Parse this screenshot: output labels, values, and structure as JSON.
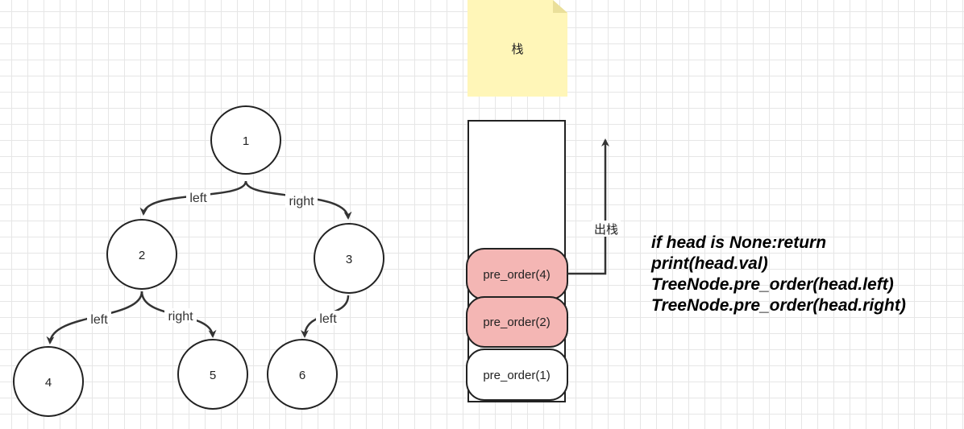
{
  "tree": {
    "nodes": [
      {
        "id": "n1",
        "label": "1"
      },
      {
        "id": "n2",
        "label": "2"
      },
      {
        "id": "n3",
        "label": "3"
      },
      {
        "id": "n4",
        "label": "4"
      },
      {
        "id": "n5",
        "label": "5"
      },
      {
        "id": "n6",
        "label": "6"
      }
    ],
    "edges": [
      {
        "from": "1",
        "to": "2",
        "label": "left"
      },
      {
        "from": "1",
        "to": "3",
        "label": "right"
      },
      {
        "from": "2",
        "to": "4",
        "label": "left"
      },
      {
        "from": "2",
        "to": "5",
        "label": "right"
      },
      {
        "from": "3",
        "to": "6",
        "label": "left"
      }
    ]
  },
  "note": {
    "label": "栈"
  },
  "stack": {
    "frames": [
      {
        "label": "pre_order(4)",
        "active": true
      },
      {
        "label": "pre_order(2)",
        "active": true
      },
      {
        "label": "pre_order(1)",
        "active": false
      }
    ],
    "pop_label": "出栈"
  },
  "code": {
    "lines": [
      "if head is None:return",
      "print(head.val)",
      "TreeNode.pre_order(head.left)",
      "TreeNode.pre_order(head.right)"
    ]
  },
  "colors": {
    "active_frame": "#f4b6b4",
    "note_fill": "#fff6b8",
    "stroke": "#222222"
  }
}
